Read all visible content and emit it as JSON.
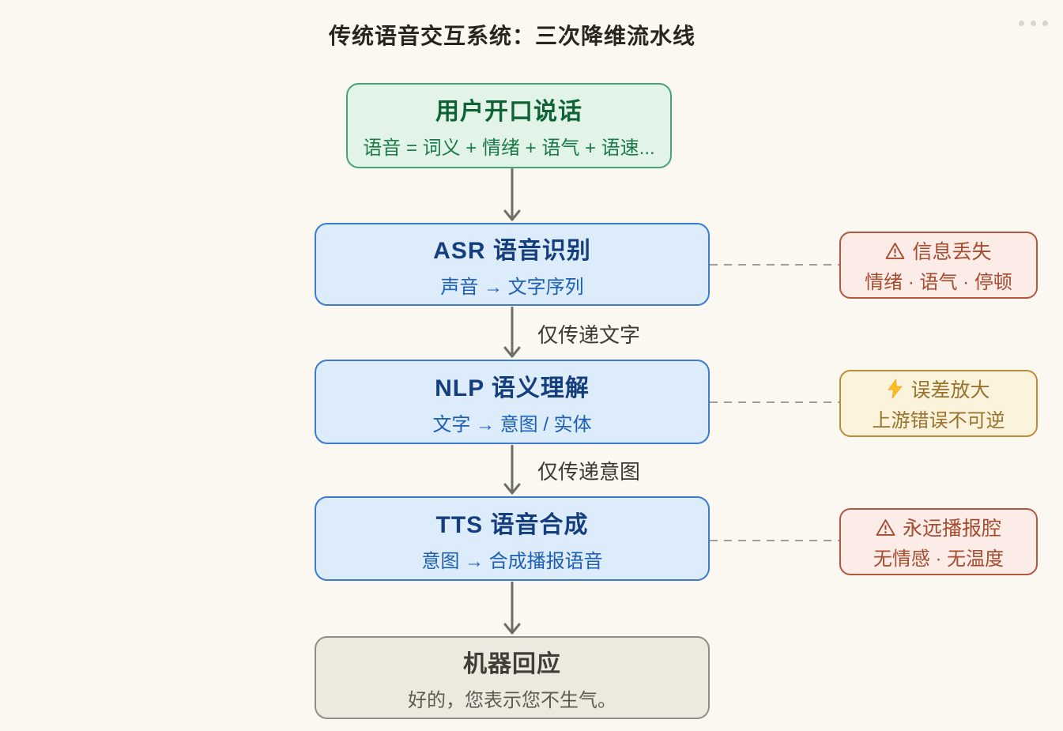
{
  "page": {
    "title": "传统语音交互系统：三次降维流水线"
  },
  "nodes": {
    "user": {
      "title": "用户开口说话",
      "subtitle": "语音 = 词义 + 情绪 + 语气 + 语速..."
    },
    "asr": {
      "title": "ASR 语音识别",
      "subtitle": "声音 → 文字序列"
    },
    "nlp": {
      "title": "NLP 语义理解",
      "subtitle": "文字 → 意图 / 实体"
    },
    "tts": {
      "title": "TTS 语音合成",
      "subtitle": "意图 → 合成播报语音"
    },
    "machine": {
      "title": "机器回应",
      "subtitle": "好的，您表示您不生气。"
    }
  },
  "edges": {
    "asr_to_nlp": "仅传递文字",
    "nlp_to_tts": "仅传递意图"
  },
  "callouts": {
    "info_loss": {
      "icon": "warning-triangle",
      "title": "信息丢失",
      "detail": "情绪 · 语气 · 停顿"
    },
    "error_amplify": {
      "icon": "lightning-bolt",
      "title": "误差放大",
      "detail": "上游错误不可逆"
    },
    "robotic_voice": {
      "icon": "warning-triangle",
      "title": "永远播报腔",
      "detail": "无情感 · 无温度"
    }
  },
  "colors": {
    "background": "#faf8f1",
    "green_node_bg": "#e2f4e8",
    "green_node_border": "#49a474",
    "green_text": "#0f6234",
    "blue_node_bg": "#dcecfb",
    "blue_node_border": "#3d7bce",
    "blue_text": "#153e7e",
    "gray_node_bg": "#eceadf",
    "gray_node_border": "#8f8e85",
    "gray_text": "#3e3e37",
    "red_callout_bg": "#fcece7",
    "red_callout_border": "#b25740",
    "red_text": "#a74b2f",
    "yellow_callout_bg": "#fcf3dd",
    "yellow_callout_border": "#ba8d36",
    "yellow_text": "#97722b",
    "arrow": "#6e6e68",
    "dash": "#a09f97"
  }
}
